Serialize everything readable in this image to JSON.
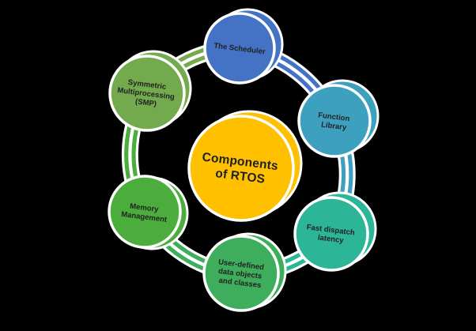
{
  "diagram": {
    "title": "Components of RTOS cycle diagram",
    "background_color": "#000000",
    "text_color": "#212121",
    "center": {
      "id": "components-of-rtos",
      "lines": [
        "Components",
        "of RTOS"
      ],
      "color": "#FFC000"
    },
    "nodes": [
      {
        "id": "the-scheduler",
        "lines": [
          "The Scheduler"
        ],
        "color": "#4472C4"
      },
      {
        "id": "function-library",
        "lines": [
          "Function",
          "Library"
        ],
        "color": "#3EA0BF"
      },
      {
        "id": "fast-dispatch-latency",
        "lines": [
          "Fast dispatch",
          "latency"
        ],
        "color": "#2DB598"
      },
      {
        "id": "user-defined-data-objects",
        "lines": [
          "User-defined",
          "data objects",
          "and classes"
        ],
        "color": "#3FAE5C"
      },
      {
        "id": "memory-management",
        "lines": [
          "Memory",
          "Management"
        ],
        "color": "#4BAE3C"
      },
      {
        "id": "symmetric-multiprocessing",
        "lines": [
          "Symmetric",
          "Multiprocessing",
          "(SMP)"
        ],
        "color": "#72AA4D"
      }
    ],
    "segments": [
      {
        "from": "the-scheduler",
        "to": "function-library",
        "color": "#4472C4"
      },
      {
        "from": "function-library",
        "to": "fast-dispatch-latency",
        "color": "#3EA0BF"
      },
      {
        "from": "fast-dispatch-latency",
        "to": "user-defined-data-objects",
        "color": "#2DB598"
      },
      {
        "from": "user-defined-data-objects",
        "to": "memory-management",
        "color": "#3FAE5C"
      },
      {
        "from": "memory-management",
        "to": "symmetric-multiprocessing",
        "color": "#4BAE3C"
      },
      {
        "from": "symmetric-multiprocessing",
        "to": "the-scheduler",
        "color": "#72AA4D"
      }
    ]
  }
}
